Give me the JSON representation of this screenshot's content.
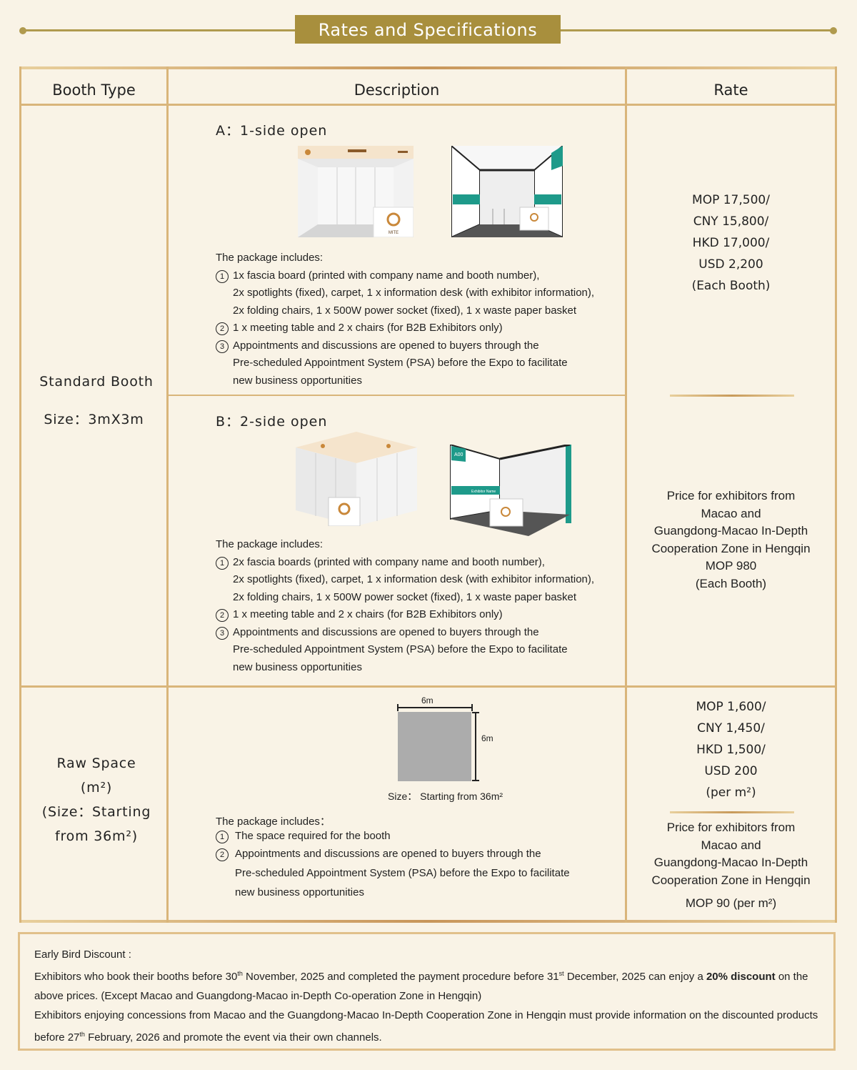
{
  "title": "Rates and Specifications",
  "table": {
    "headers": {
      "booth_type": "Booth Type",
      "description": "Description",
      "rate": "Rate"
    },
    "standard": {
      "name": "Standard Booth",
      "size": "Size：3mX3m",
      "option_a": {
        "title": "A：1-side open",
        "package_title": "The package includes:",
        "items": [
          {
            "num": "1",
            "lines": [
              "1x fascia board (printed with company name and booth number),",
              "2x spotlights (fixed), carpet, 1 x information desk (with exhibitor information),",
              "2x folding chairs, 1 x 500W power socket (fixed), 1 x waste paper basket"
            ]
          },
          {
            "num": "2",
            "lines": [
              "1 x meeting table and 2 x chairs (for B2B Exhibitors only)"
            ]
          },
          {
            "num": "3",
            "lines": [
              "Appointments and discussions are opened to buyers through the",
              "Pre-scheduled Appointment System (PSA) before the Expo to facilitate",
              "new business opportunities"
            ]
          }
        ]
      },
      "option_b": {
        "title": "B：2-side open",
        "package_title": "The package includes:",
        "items": [
          {
            "num": "1",
            "lines": [
              "2x fascia boards (printed with company name and booth number),",
              "2x spotlights (fixed), carpet, 1 x information desk (with exhibitor information),",
              "2x folding chairs, 1 x 500W power socket (fixed), 1 x waste paper basket"
            ]
          },
          {
            "num": "2",
            "lines": [
              "1 x meeting table and 2 x chairs (for B2B Exhibitors only)"
            ]
          },
          {
            "num": "3",
            "lines": [
              "Appointments and discussions are opened to buyers through the",
              "Pre-scheduled Appointment System (PSA) before the Expo to facilitate",
              "new business opportunities"
            ]
          }
        ]
      },
      "rate_lines": [
        "MOP 17,500/",
        "CNY 15,800/",
        "HKD 17,000/",
        "USD 2,200",
        "(Each Booth)"
      ],
      "rate_local_lines": [
        "Price for exhibitors from",
        "Macao and",
        "Guangdong-Macao In-Depth",
        "Cooperation Zone in Hengqin",
        "MOP 980",
        "(Each Booth)"
      ],
      "booth_logo": "MITE",
      "booth_name_label": "Exhibitor Name",
      "booth_number_label": "A00"
    },
    "raw": {
      "name_lines": [
        "Raw Space",
        "(m²)",
        "(Size：Starting",
        "from 36m²)"
      ],
      "diagram": {
        "width_label": "6m",
        "height_label": "6m",
        "size_caption": "Size：  Starting from 36m²"
      },
      "package_title": "The package includes：",
      "items": [
        {
          "num": "1",
          "lines": [
            "The space required for the booth"
          ]
        },
        {
          "num": "2",
          "lines": [
            "Appointments and discussions are opened to buyers through the",
            "Pre-scheduled Appointment System (PSA) before the Expo to facilitate",
            "new business opportunities"
          ]
        }
      ],
      "rate_lines": [
        "MOP 1,600/",
        "CNY 1,450/",
        "HKD 1,500/",
        "USD 200",
        "(per m²)"
      ],
      "rate_local_lines": [
        "Price for exhibitors from",
        "Macao and",
        "Guangdong-Macao In-Depth",
        "Cooperation Zone in Hengqin",
        "MOP 90 (per m²)"
      ]
    }
  },
  "note": {
    "title": "Early Bird Discount :",
    "p1_a": "Exhibitors who book their booths before 30",
    "p1_sup1": "th",
    "p1_b": " November, 2025 and completed the payment procedure before 31",
    "p1_sup2": "st",
    "p1_c": " December, 2025 can enjoy a ",
    "p1_bold": "20% discount",
    "p1_d": " on the above prices. (Except Macao and Guangdong-Macao in-Depth Co-operation Zone in Hengqin)",
    "p2_a": "Exhibitors enjoying concessions from Macao and the Guangdong-Macao In-Depth Cooperation Zone in Hengqin must provide information on the discounted products before 27",
    "p2_sup": "th",
    "p2_b": " February, 2026 and promote the event via their own channels."
  },
  "colors": {
    "background": "#f9f3e6",
    "gold": "#a88f3d",
    "table_line": "#d9b57a",
    "teal": "#1e9a8a"
  }
}
